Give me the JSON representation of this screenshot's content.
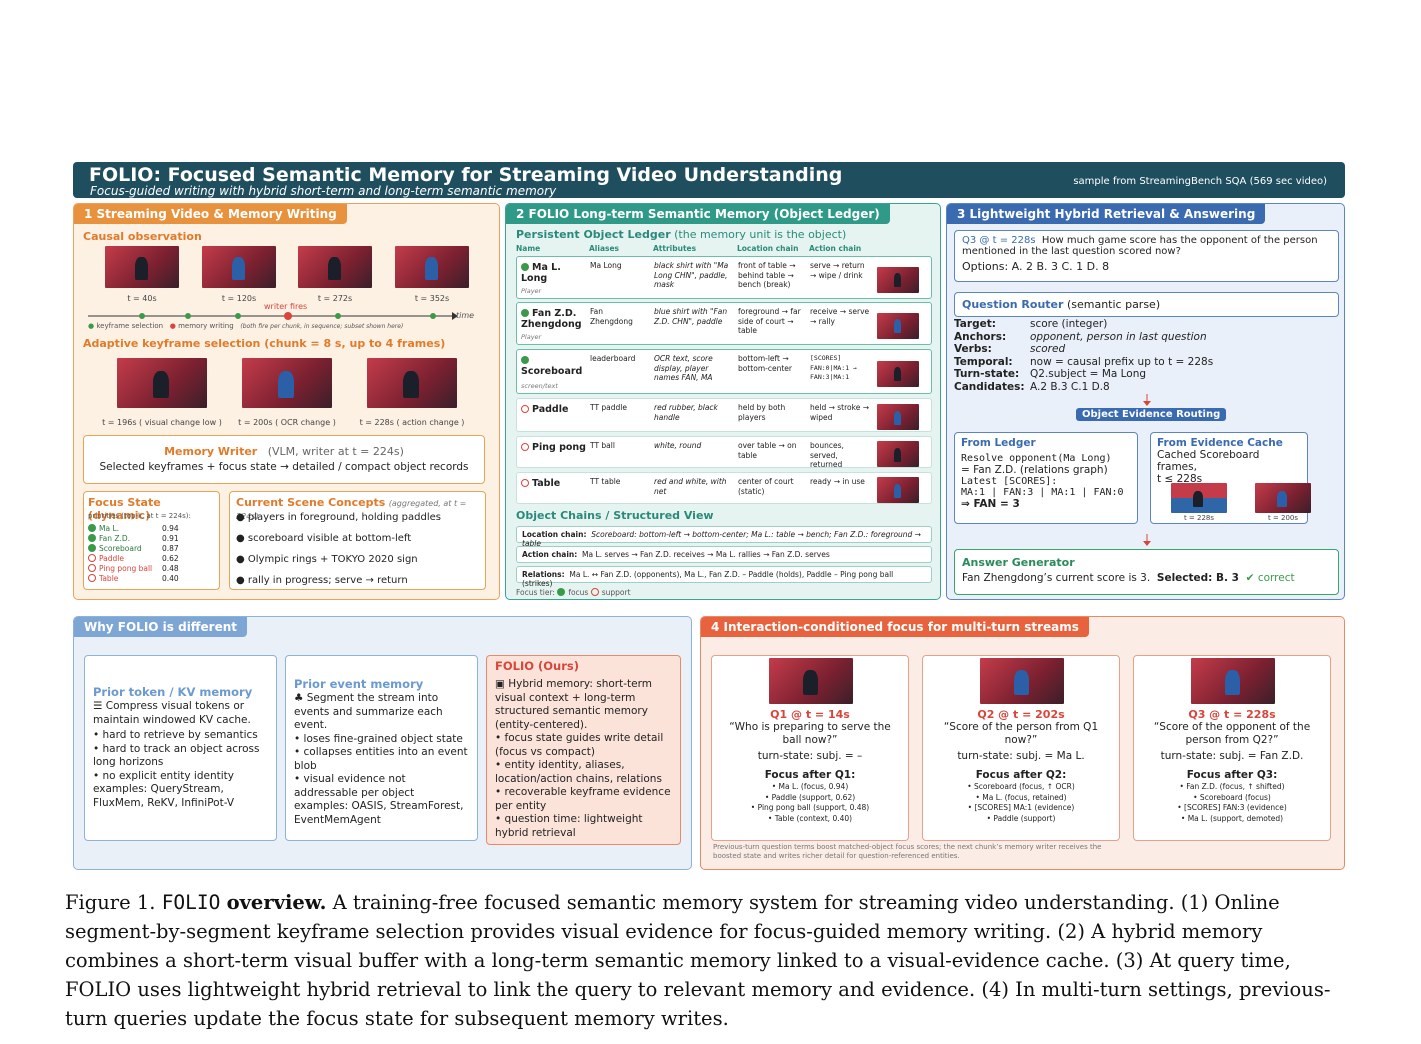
{
  "header": {
    "title": "FOLIO: Focused Semantic Memory for Streaming Video Understanding",
    "subtitle": "Focus-guided writing with hybrid short-term and long-term semantic memory",
    "source": "sample from StreamingBench SQA (569 sec video)"
  },
  "p1": {
    "tab": "1   Streaming Video & Memory Writing",
    "causal": "Causal observation",
    "times": [
      "t = 40s",
      "t = 120s",
      "t = 272s",
      "t = 352s"
    ],
    "writer_fires": "writer fires",
    "time_label": "time",
    "legend_kf": "keyframe selection",
    "legend_mw": "memory writing",
    "legend_note": "(both fire per chunk, in sequence; subset shown here)",
    "adaptive": "Adaptive keyframe selection (chunk = 8 s, up to 4 frames)",
    "kf_caps": [
      "t = 196s  ( visual change low )",
      "t = 200s  ( OCR change )",
      "t = 228s  ( action change )"
    ],
    "mw_title": "Memory Writer",
    "mw_sub": "(VLM, writer at t = 224s)",
    "mw_line": "Selected keyframes + focus state → detailed / compact object records",
    "fs_title": "Focus State (dynamic)",
    "fs_sub": "priorities (top-k, at t = 224s):",
    "fs_items": [
      {
        "name": "Ma L.",
        "val": "0.94",
        "focus": true
      },
      {
        "name": "Fan Z.D.",
        "val": "0.91",
        "focus": true
      },
      {
        "name": "Scoreboard",
        "val": "0.87",
        "focus": true
      },
      {
        "name": "Paddle",
        "val": "0.62",
        "focus": false
      },
      {
        "name": "Ping pong ball",
        "val": "0.48",
        "focus": false
      },
      {
        "name": "Table",
        "val": "0.40",
        "focus": false
      }
    ],
    "cs_title": "Current Scene Concepts",
    "cs_sub": "(aggregated, at t = 224s)",
    "cs_items": [
      "players in foreground, holding paddles",
      "scoreboard visible at bottom-left",
      "Olympic rings + TOKYO 2020 sign",
      "rally in progress; serve → return"
    ]
  },
  "p2": {
    "tab": "2   FOLIO Long-term Semantic Memory (Object Ledger)",
    "ledger": "Persistent Object Ledger",
    "ledger_sub": "(the memory unit is the object)",
    "cols": [
      "Name",
      "Aliases",
      "Attributes",
      "Location chain",
      "Action chain"
    ],
    "rows": [
      {
        "name": "Ma L. Long",
        "kind": "Player",
        "alias": "Ma Long",
        "attr": "black shirt with \"Ma Long CHN\", paddle, mask",
        "loc": "front of table → behind table → bench (break)",
        "act": "serve → return → wipe / drink",
        "focus": true
      },
      {
        "name": "Fan Z.D. Zhengdong",
        "kind": "Player",
        "alias": "Fan Zhengdong",
        "attr": "blue shirt with \"Fan Z.D. CHN\", paddle",
        "loc": "foreground → far side of court → table",
        "act": "receive → serve → rally",
        "focus": true
      },
      {
        "name": "Scoreboard",
        "kind": "screen/text",
        "alias": "leaderboard",
        "attr": "OCR text, score display, player names FAN, MA",
        "loc": "bottom-left → bottom-center",
        "act": "[SCORES] FAN:0|MA:1 → FAN:3|MA:1",
        "focus": true
      },
      {
        "name": "Paddle",
        "kind": "",
        "alias": "TT paddle",
        "attr": "red rubber, black handle",
        "loc": "held by both players",
        "act": "held → stroke → wiped",
        "focus": false
      },
      {
        "name": "Ping pong",
        "kind": "",
        "alias": "TT ball",
        "attr": "white, round",
        "loc": "over table → on table",
        "act": "bounces, served, returned",
        "focus": false
      },
      {
        "name": "Table",
        "kind": "",
        "alias": "TT table",
        "attr": "red and white, with net",
        "loc": "center of court (static)",
        "act": "ready → in use",
        "focus": false
      }
    ],
    "chains_title": "Object Chains / Structured View",
    "loc_chain": "Location chain:",
    "loc_chain_val": "Scoreboard: bottom-left → bottom-center;   Ma L.: table → bench;   Fan Z.D.: foreground → table",
    "act_chain": "Action chain:",
    "act_chain_val": "Ma L. serves → Fan Z.D. receives → Ma L. rallies → Fan Z.D. serves",
    "rel": "Relations:",
    "rel_val": "Ma L. ↔ Fan Z.D. (opponents),   Ma L., Fan Z.D. – Paddle (holds),   Paddle – Ping pong ball (strikes)",
    "tier": "Focus tier:",
    "tier_focus": "focus",
    "tier_support": "support"
  },
  "p3": {
    "tab": "3   Lightweight Hybrid Retrieval & Answering",
    "q_label": "Q3 @ t = 228s",
    "q_text": "How much game score has the opponent of the person mentioned in the last question scored now?",
    "options": "Options:  A. 2      B. 3      C. 1      D. 8",
    "router_title": "Question Router",
    "router_sub": "(semantic parse)",
    "parse": [
      {
        "k": "Target:",
        "v": "score (integer)"
      },
      {
        "k": "Anchors:",
        "v": "opponent, person in last question"
      },
      {
        "k": "Verbs:",
        "v": "scored"
      },
      {
        "k": "Temporal:",
        "v": "now = causal prefix up to t = 228s"
      },
      {
        "k": "Turn-state:",
        "v": "Q2.subject = Ma Long"
      },
      {
        "k": "Candidates:",
        "v": "A.2    B.3    C.1    D.8"
      }
    ],
    "routing": "Object Evidence Routing",
    "from_ledger": "From Ledger",
    "ledger_lines": [
      "Resolve opponent(Ma Long)",
      "= Fan Z.D. (relations graph)",
      "Latest [SCORES]:",
      "MA:1 | FAN:3 | MA:1 | FAN:0",
      "⇒ FAN = 3"
    ],
    "from_cache": "From Evidence Cache",
    "cache_lines": [
      "Cached Scoreboard frames,",
      "t ≤ 228s"
    ],
    "cache_caps": [
      "t = 228s",
      "t = 200s"
    ],
    "ans_title": "Answer Generator",
    "ans_text": "Fan Zhengdong’s current score is 3.",
    "ans_sel": "Selected:  B. 3",
    "ans_ok": "correct"
  },
  "p4": {
    "tab": "Why FOLIO is different",
    "c1_title": "Prior token / KV memory",
    "c1_lines": [
      "Compress visual tokens or maintain windowed KV cache.",
      "• hard to retrieve by semantics",
      "• hard to track an object across long horizons",
      "• no explicit entity identity",
      "examples: QueryStream, FluxMem, ReKV, InfiniPot-V"
    ],
    "c2_title": "Prior event memory",
    "c2_lines": [
      "Segment the stream into events and summarize each event.",
      "• loses fine-grained object state",
      "• collapses entities into an event blob",
      "• visual evidence not addressable per object",
      "examples: OASIS, StreamForest, EventMemAgent"
    ],
    "c3_title": "FOLIO (Ours)",
    "c3_lines": [
      "Hybrid memory: short-term visual context + long-term structured semantic memory (entity-centered).",
      "• focus state guides write detail (focus vs compact)",
      "• entity identity, aliases, location/action chains, relations",
      "• recoverable keyframe evidence per entity",
      "• question time: lightweight hybrid retrieval"
    ]
  },
  "p5": {
    "tab": "4   Interaction-conditioned focus for multi-turn streams",
    "turns": [
      {
        "q": "Q1 @ t = 14s",
        "text": "“Who is preparing to serve the ball now?”",
        "ts": "turn-state: subj. = –",
        "fa": "Focus after Q1:",
        "items": [
          "• Ma L. (focus, 0.94)",
          "• Paddle (support, 0.62)",
          "• Ping pong ball (support, 0.48)",
          "• Table (context, 0.40)"
        ]
      },
      {
        "q": "Q2 @ t = 202s",
        "text": "“Score of the person from Q1 now?”",
        "ts": "turn-state: subj. = Ma L.",
        "fa": "Focus after Q2:",
        "items": [
          "• Scoreboard (focus, ↑ OCR)",
          "• Ma L. (focus, retained)",
          "• [SCORES] MA:1 (evidence)",
          "• Paddle (support)"
        ]
      },
      {
        "q": "Q3 @ t = 228s",
        "text": "“Score of the opponent of the person from Q2?”",
        "ts": "turn-state: subj. = Fan Z.D.",
        "fa": "Focus after Q3:",
        "items": [
          "• Fan Z.D. (focus, ↑ shifted)",
          "• Scoreboard (focus)",
          "• [SCORES] FAN:3 (evidence)",
          "• Ma L. (support, demoted)"
        ]
      }
    ],
    "note": "Previous-turn question terms boost matched-object focus scores; the next chunk’s memory writer receives the boosted state and writes richer detail for question-referenced entities."
  },
  "caption": {
    "fig": "Figure 1.",
    "name": "FOLIO",
    "bold": "overview.",
    "text": "A training-free focused semantic memory system for streaming video understanding. (1) Online segment-by-segment keyframe selection provides visual evidence for focus-guided memory writing. (2) A hybrid memory combines a short-term visual buffer with a long-term semantic memory linked to a visual-evidence cache. (3) At query time, FOLIO uses lightweight hybrid retrieval to link the query to relevant memory and evidence. (4) In multi-turn settings, previous-turn queries update the focus state for subsequent memory writes."
  },
  "colors": {
    "header": "#1f4e5f",
    "orange": "#e07b2a",
    "teal": "#2a8a7a",
    "blue": "#3a6ab0",
    "red": "#d9453a"
  }
}
